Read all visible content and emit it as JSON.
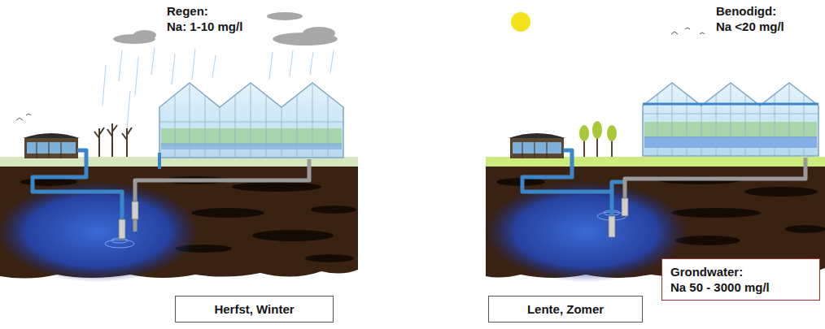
{
  "diagram": {
    "nodes": [
      {
        "text": [
          "Grondwater:",
          "Na 50 - 3000 mg/l"
        ]
      },
      {
        "text": [
          "Herfst, Winter"
        ]
      },
      {
        "text": [
          "Lente, Zomer"
        ]
      }
    ],
    "labels": [
      "Regen:",
      "Na: 1-10 mg/l",
      "Benodigd:",
      "Na <20 mg/l"
    ]
  }
}
